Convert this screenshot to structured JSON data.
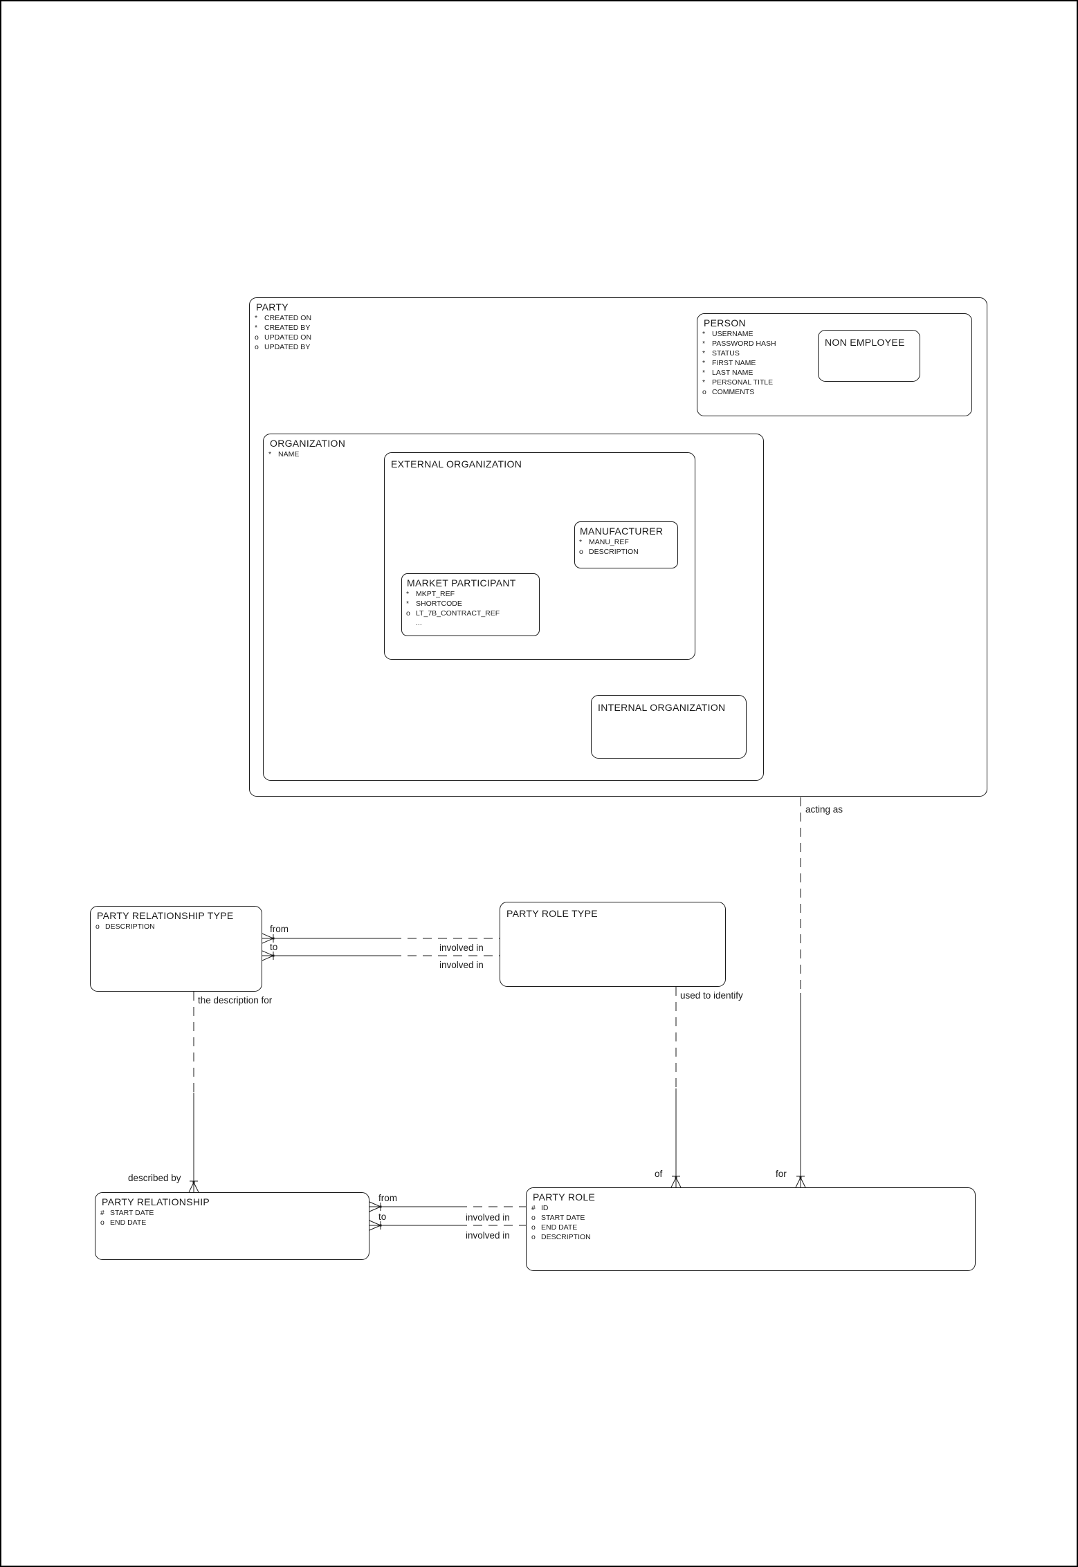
{
  "diagram": {
    "colors": {
      "line": "#1a1a1a",
      "background": "#ffffff"
    },
    "entities": {
      "party": {
        "title": "PARTY",
        "attrs": [
          {
            "m": "*",
            "t": "CREATED ON"
          },
          {
            "m": "*",
            "t": "CREATED BY"
          },
          {
            "m": "o",
            "t": "UPDATED ON"
          },
          {
            "m": "o",
            "t": "UPDATED BY"
          }
        ]
      },
      "person": {
        "title": "PERSON",
        "attrs": [
          {
            "m": "*",
            "t": "USERNAME"
          },
          {
            "m": "*",
            "t": "PASSWORD HASH"
          },
          {
            "m": "*",
            "t": "STATUS"
          },
          {
            "m": "*",
            "t": "FIRST NAME"
          },
          {
            "m": "*",
            "t": "LAST NAME"
          },
          {
            "m": "*",
            "t": "PERSONAL TITLE"
          },
          {
            "m": "o",
            "t": "COMMENTS"
          }
        ]
      },
      "non_employee": {
        "title": "NON EMPLOYEE",
        "attrs": []
      },
      "organization": {
        "title": "ORGANIZATION",
        "attrs": [
          {
            "m": "*",
            "t": "NAME"
          }
        ]
      },
      "external_organization": {
        "title": "EXTERNAL ORGANIZATION",
        "attrs": []
      },
      "manufacturer": {
        "title": "MANUFACTURER",
        "attrs": [
          {
            "m": "*",
            "t": "MANU_REF"
          },
          {
            "m": "o",
            "t": "DESCRIPTION"
          }
        ]
      },
      "market_participant": {
        "title": "MARKET PARTICIPANT",
        "attrs": [
          {
            "m": "*",
            "t": "MKPT_REF"
          },
          {
            "m": "*",
            "t": "SHORTCODE"
          },
          {
            "m": "o",
            "t": "LT_7B_CONTRACT_REF"
          },
          {
            "m": "",
            "t": "..."
          }
        ]
      },
      "internal_organization": {
        "title": "INTERNAL ORGANIZATION",
        "attrs": []
      },
      "party_relationship_type": {
        "title": "PARTY RELATIONSHIP TYPE",
        "attrs": [
          {
            "m": "o",
            "t": "DESCRIPTION"
          }
        ]
      },
      "party_role_type": {
        "title": "PARTY ROLE TYPE",
        "attrs": []
      },
      "party_relationship": {
        "title": "PARTY RELATIONSHIP",
        "attrs": [
          {
            "m": "#",
            "t": "START DATE"
          },
          {
            "m": "o",
            "t": "END DATE"
          }
        ]
      },
      "party_role": {
        "title": "PARTY ROLE",
        "attrs": [
          {
            "m": "#",
            "t": "ID"
          },
          {
            "m": "o",
            "t": "START DATE"
          },
          {
            "m": "o",
            "t": "END DATE"
          },
          {
            "m": "o",
            "t": "DESCRIPTION"
          }
        ]
      }
    },
    "labels": {
      "acting_as": "acting as",
      "from_top": "from",
      "to_top": "to",
      "involved_in_top_1": "involved in",
      "involved_in_top_2": "involved in",
      "the_description_for": "the description for",
      "used_to_identify": "used to identify",
      "described_by": "described by",
      "of": "of",
      "for": "for",
      "from_bottom": "from",
      "to_bottom": "to",
      "involved_in_bottom_1": "involved in",
      "involved_in_bottom_2": "involved in"
    }
  }
}
